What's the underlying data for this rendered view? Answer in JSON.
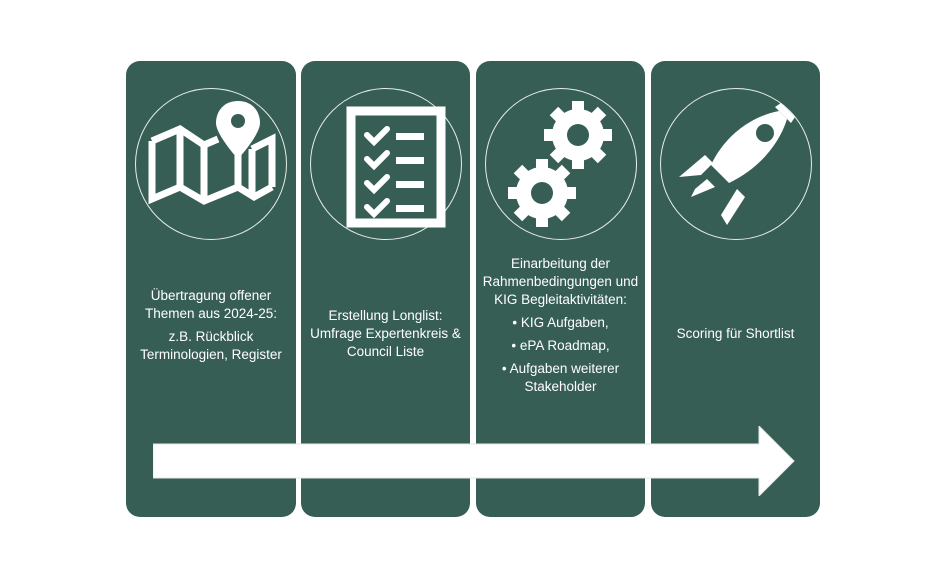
{
  "colors": {
    "panel": "#375e55",
    "icon": "#ffffff",
    "circle_stroke": "#e6ece9",
    "arrow": "#ffffff"
  },
  "steps": [
    {
      "icon": "map-pin-icon",
      "lines": [
        "Übertragung offener Themen aus 2024-25:",
        "z.B. Rückblick Terminologien, Register"
      ]
    },
    {
      "icon": "checklist-icon",
      "lines": [
        "Erstellung Longlist: Umfrage Expertenkreis & Council Liste"
      ]
    },
    {
      "icon": "gears-icon",
      "lines": [
        "Einarbeitung der Rahmenbedingungen und KIG Begleitaktivitäten:",
        "• KIG Aufgaben,",
        "• ePA Roadmap,",
        "• Aufgaben weiterer Stakeholder"
      ]
    },
    {
      "icon": "rocket-icon",
      "lines": [
        "Scoring für Shortlist"
      ]
    }
  ],
  "arrow": {
    "icon": "right-arrow-icon",
    "direction": "right"
  }
}
